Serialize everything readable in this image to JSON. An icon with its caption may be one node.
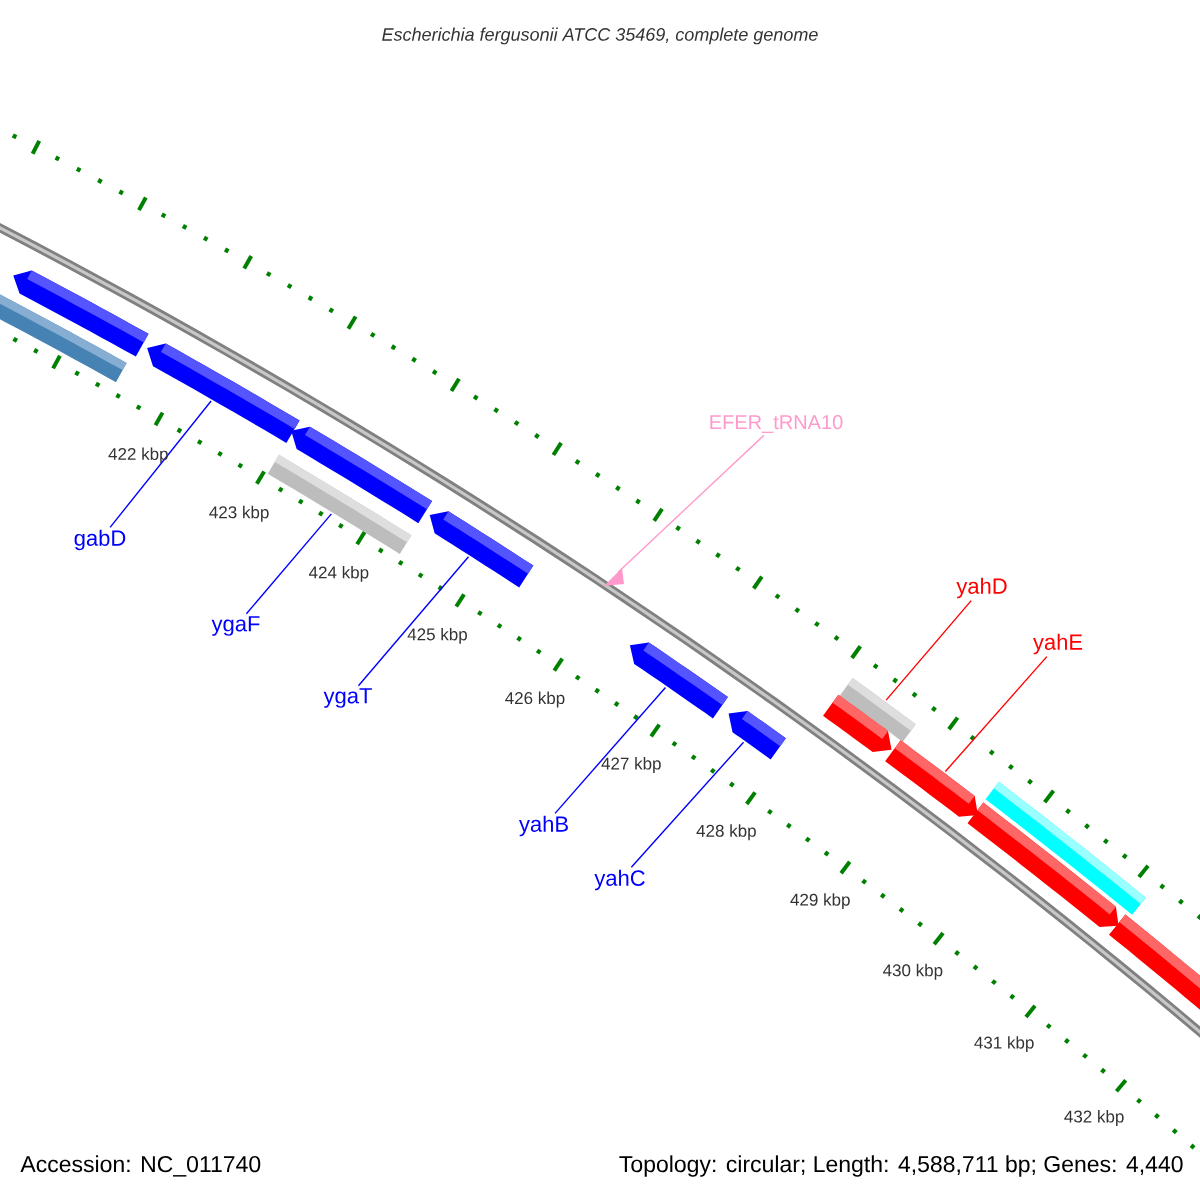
{
  "diagram": {
    "title": "Escherichia fergusonii ATCC 35469, complete genome",
    "nodes": [
      {
        "text": [
          "EFER_tRNA10"
        ]
      },
      {
        "text": [
          "gabD"
        ]
      },
      {
        "text": [
          "yahD"
        ]
      },
      {
        "text": [
          "ygaF"
        ]
      },
      {
        "text": [
          "yahE"
        ]
      },
      {
        "text": [
          "ygaT"
        ]
      },
      {
        "text": [
          "yahB"
        ]
      },
      {
        "text": [
          "yahC"
        ]
      },
      {
        "text": [],
        "shape": "arrow"
      },
      {
        "text": [],
        "shape": "bar"
      },
      {
        "text": [],
        "shape": "arrow"
      },
      {
        "text": [],
        "shape": "arrow"
      },
      {
        "text": [],
        "shape": "bar"
      },
      {
        "text": [],
        "shape": "arrow"
      },
      {
        "text": [],
        "shape": "triangle"
      },
      {
        "text": [],
        "shape": "arrow"
      },
      {
        "text": [],
        "shape": "arrow"
      },
      {
        "text": [],
        "shape": "bar"
      },
      {
        "text": [],
        "shape": "arrow"
      },
      {
        "text": [],
        "shape": "arrow"
      },
      {
        "text": [],
        "shape": "bar"
      },
      {
        "text": [],
        "shape": "arrow"
      },
      {
        "text": [],
        "shape": "arrow"
      }
    ],
    "edges": [
      {
        "from": 0,
        "to": 14,
        "arrow": "none",
        "color": "#ff99cc"
      },
      {
        "from": 1,
        "to": 10,
        "arrow": "none"
      },
      {
        "from": 2,
        "to": 17,
        "arrow": "none",
        "color": "#ff0000"
      },
      {
        "from": 3,
        "to": 12,
        "arrow": "none"
      },
      {
        "from": 4,
        "to": 19,
        "arrow": "none",
        "color": "#ff0000"
      },
      {
        "from": 5,
        "to": 13,
        "arrow": "none"
      },
      {
        "from": 6,
        "to": 15,
        "arrow": "none"
      },
      {
        "from": 7,
        "to": 16,
        "arrow": "none"
      }
    ],
    "labels": [
      "422 kbp",
      "423 kbp",
      "424 kbp",
      "425 kbp",
      "426 kbp",
      "427 kbp",
      "428 kbp",
      "429 kbp",
      "430 kbp",
      "431 kbp",
      "432 kbp",
      "Accession: NC_011740",
      "Topology: circular; Length: 4,588,711 bp; Genes: 4,440"
    ]
  }
}
